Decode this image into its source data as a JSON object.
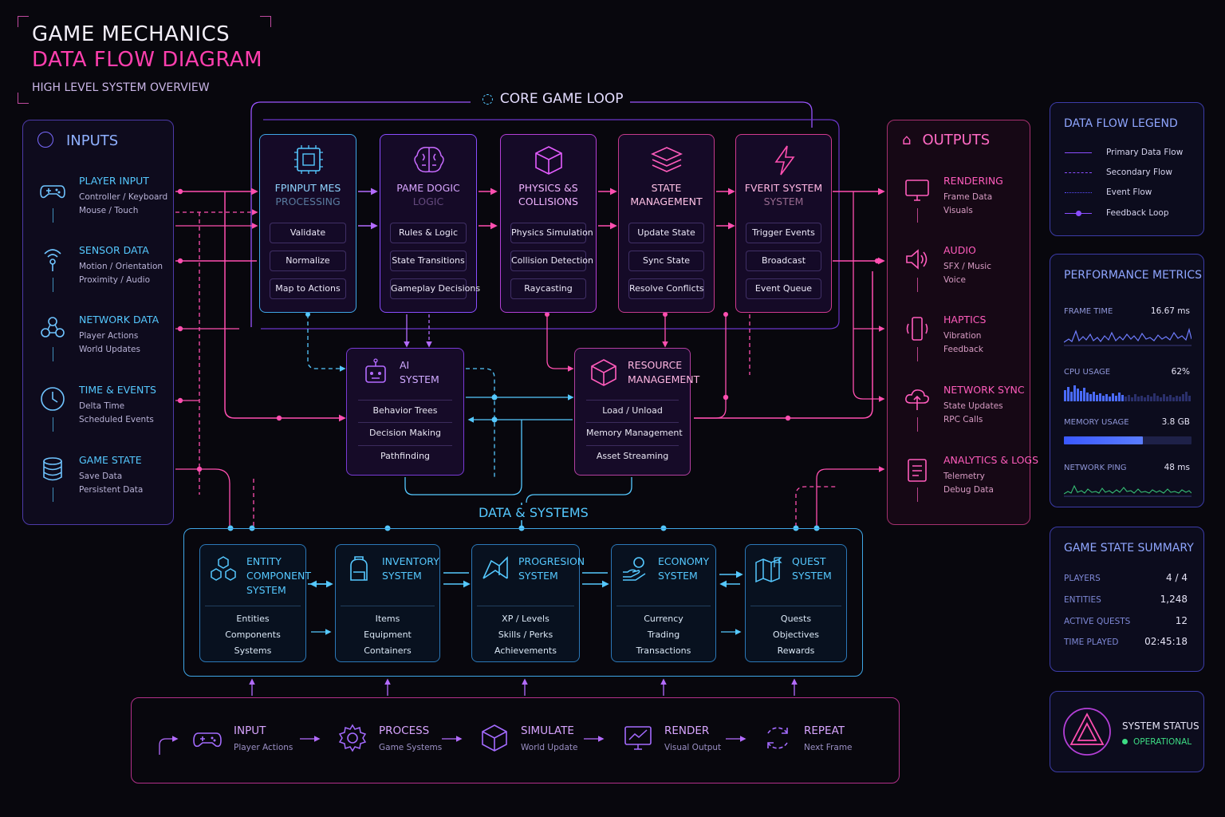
{
  "header": {
    "title_line1": "GAME MECHANICS",
    "title_line2": "DATA FLOW DIAGRAM",
    "subtitle": "HIGH LEVEL SYSTEM OVERVIEW"
  },
  "core_loop": {
    "label": "CORE GAME LOOP"
  },
  "inputs": {
    "title": "INPUTS",
    "items": [
      {
        "title": "PLAYER INPUT",
        "lines": [
          "Controller / Keyboard",
          "Mouse / Touch"
        ],
        "icon": "gamepad-icon"
      },
      {
        "title": "SENSOR DATA",
        "lines": [
          "Motion / Orientation",
          "Proximity / Audio"
        ],
        "icon": "sensor-icon"
      },
      {
        "title": "NETWORK DATA",
        "lines": [
          "Player Actions",
          "World Updates"
        ],
        "icon": "network-icon"
      },
      {
        "title": "TIME & EVENTS",
        "lines": [
          "Delta Time",
          "Scheduled Events"
        ],
        "icon": "clock-icon"
      },
      {
        "title": "GAME STATE",
        "lines": [
          "Save Data",
          "Persistent Data"
        ],
        "icon": "database-icon"
      }
    ]
  },
  "outputs": {
    "title": "OUTPUTS",
    "items": [
      {
        "title": "RENDERING",
        "lines": [
          "Frame Data",
          "Visuals"
        ],
        "icon": "monitor-icon"
      },
      {
        "title": "AUDIO",
        "lines": [
          "SFX / Music",
          "Voice"
        ],
        "icon": "speaker-icon"
      },
      {
        "title": "HAPTICS",
        "lines": [
          "Vibration",
          "Feedback"
        ],
        "icon": "phone-vibrate-icon"
      },
      {
        "title": "NETWORK SYNC",
        "lines": [
          "State Updates",
          "RPC Calls"
        ],
        "icon": "cloud-sync-icon"
      },
      {
        "title": "ANALYTICS & LOGS",
        "lines": [
          "Telemetry",
          "Debug Data"
        ],
        "icon": "clipboard-icon"
      }
    ]
  },
  "core_cards": [
    {
      "title_lines": [
        "FPINPUT MES",
        "PROCESSING"
      ],
      "rows": [
        "Validate",
        "Normalize",
        "Map to Actions"
      ],
      "icon": "chip-icon",
      "accent": "#55c8ff"
    },
    {
      "title_lines": [
        "PAME DOGIC",
        "LOGIC"
      ],
      "rows": [
        "Rules & Logic",
        "State Transitions",
        "Gameplay Decisions"
      ],
      "icon": "brain-icon",
      "accent": "#c86bff"
    },
    {
      "title_lines": [
        "PHYSICS &S",
        "COLLISIONS"
      ],
      "rows": [
        "Physics Simulation",
        "Collision Detection",
        "Raycasting"
      ],
      "icon": "cube-icon",
      "accent": "#e45cff"
    },
    {
      "title_lines": [
        "STATE",
        "MANAGEMENT"
      ],
      "rows": [
        "Update State",
        "Sync State",
        "Resolve Conflicts"
      ],
      "icon": "layers-icon",
      "accent": "#ff5cbc"
    },
    {
      "title_lines": [
        "FVERIT SYSTEM",
        "SYSTEM"
      ],
      "rows": [
        "Trigger Events",
        "Broadcast",
        "Event Queue"
      ],
      "icon": "lightning-icon",
      "accent": "#ff4fb0"
    }
  ],
  "mid_cards": [
    {
      "title_lines": [
        "AI",
        "SYSTEM"
      ],
      "rows": [
        "Behavior Trees",
        "Decision Making",
        "Pathfinding"
      ],
      "icon": "robot-icon"
    },
    {
      "title_lines": [
        "RESOURCE",
        "MANAGEMENT"
      ],
      "rows": [
        "Load / Unload",
        "Memory Management",
        "Asset Streaming"
      ],
      "icon": "box-icon"
    }
  ],
  "data_systems": {
    "label": "DATA & SYSTEMS",
    "cards": [
      {
        "title_lines": [
          "ENTITY",
          "COMPONENT",
          "SYSTEM"
        ],
        "rows": [
          "Entities",
          "Components",
          "Systems"
        ],
        "icon": "hexagon-cluster-icon"
      },
      {
        "title_lines": [
          "INVENTORY",
          "SYSTEM"
        ],
        "rows": [
          "Items",
          "Equipment",
          "Containers"
        ],
        "icon": "backpack-icon"
      },
      {
        "title_lines": [
          "PROGRESION",
          "SYSTEM"
        ],
        "rows": [
          "XP / Levels",
          "Skills / Perks",
          "Achievements"
        ],
        "icon": "progression-icon"
      },
      {
        "title_lines": [
          "ECONOMY",
          "SYSTEM"
        ],
        "rows": [
          "Currency",
          "Trading",
          "Transactions"
        ],
        "icon": "coins-icon"
      },
      {
        "title_lines": [
          "QUEST",
          "SYSTEM"
        ],
        "rows": [
          "Quests",
          "Objectives",
          "Rewards"
        ],
        "icon": "map-flag-icon"
      }
    ]
  },
  "flow": [
    {
      "title": "INPUT",
      "sub": "Player Actions",
      "icon": "gamepad-icon"
    },
    {
      "title": "PROCESS",
      "sub": "Game Systems",
      "icon": "gear-icon"
    },
    {
      "title": "SIMULATE",
      "sub": "World Update",
      "icon": "cube-icon"
    },
    {
      "title": "RENDER",
      "sub": "Visual Output",
      "icon": "monitor-icon"
    },
    {
      "title": "REPEAT",
      "sub": "Next Frame",
      "icon": "refresh-icon"
    }
  ],
  "legend": {
    "title": "DATA FLOW LEGEND",
    "items": [
      "Primary Data Flow",
      "Secondary Flow",
      "Event Flow",
      "Feedback Loop"
    ]
  },
  "metrics": {
    "title": "PERFORMANCE METRICS",
    "frame_time": {
      "label": "FRAME TIME",
      "value": "16.67 ms"
    },
    "cpu": {
      "label": "CPU USAGE",
      "value": "62%"
    },
    "memory": {
      "label": "MEMORY USAGE",
      "value": "3.8 GB",
      "fill": 0.62
    },
    "ping": {
      "label": "NETWORK PING",
      "value": "48 ms"
    }
  },
  "game_state": {
    "title": "GAME STATE SUMMARY",
    "rows": [
      {
        "label": "PLAYERS",
        "value": "4 / 4"
      },
      {
        "label": "ENTITIES",
        "value": "1,248"
      },
      {
        "label": "ACTIVE QUESTS",
        "value": "12"
      },
      {
        "label": "TIME PLAYED",
        "value": "02:45:18"
      }
    ]
  },
  "status": {
    "label": "SYSTEM STATUS",
    "value": "OPERATIONAL"
  },
  "colors": {
    "cyan": "#55c8ff",
    "magenta": "#ff3fae",
    "violet": "#8a4dff",
    "green": "#3ddc84"
  }
}
